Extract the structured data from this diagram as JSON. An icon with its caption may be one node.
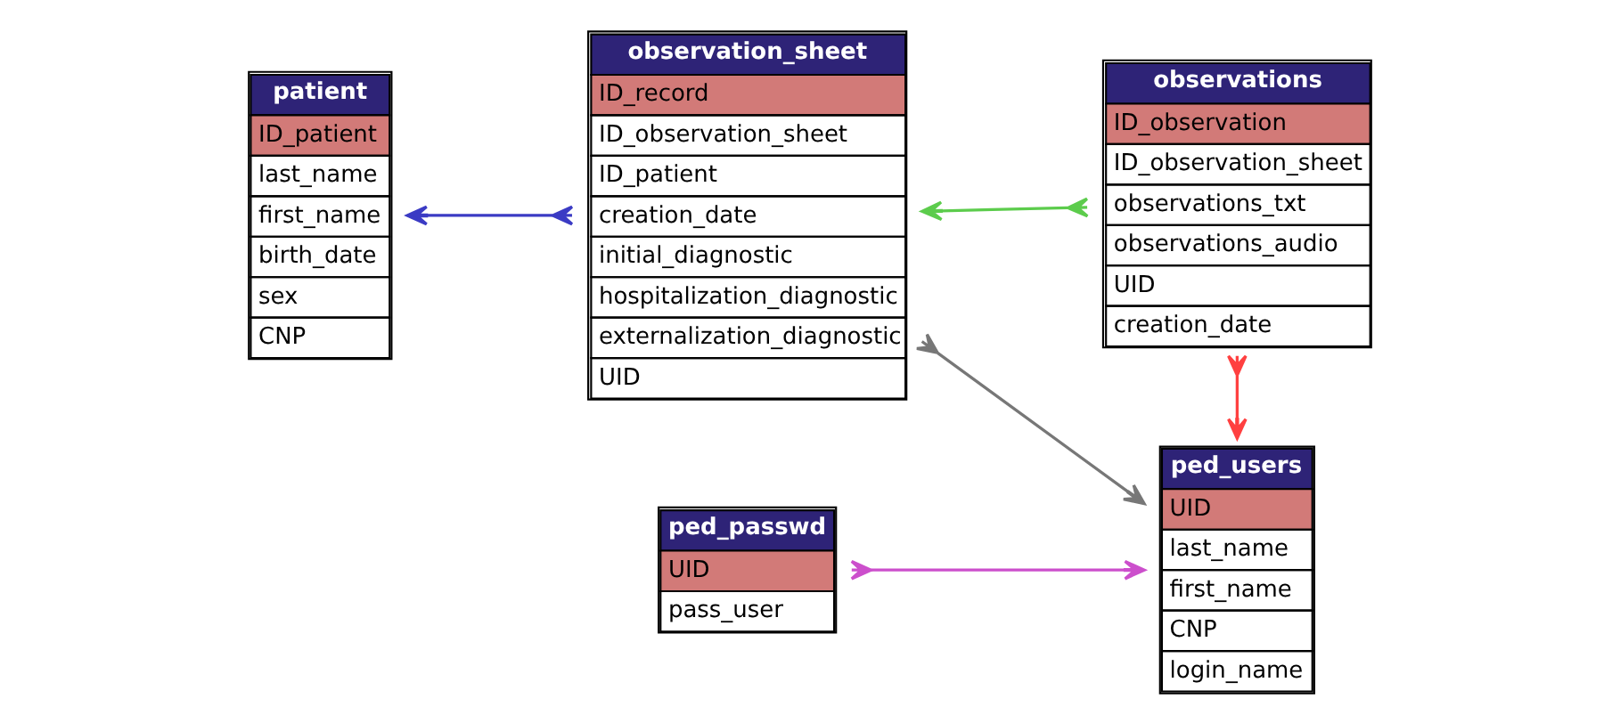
{
  "diagram": {
    "nodes": [
      {
        "text": [
          "observation_sheet",
          "ID_record",
          "ID_observation_sheet",
          "ID_patient",
          "creation_date",
          "initial_diagnostic",
          "hospitalization_diagnostic",
          "externalization_diagnostic",
          "UID"
        ]
      },
      {
        "text": [
          "observations",
          "ID_observation",
          "ID_observation_sheet",
          "observations_txt",
          "observations_audio",
          "UID",
          "creation_date"
        ]
      },
      {
        "text": [
          "patient",
          "ID_patient",
          "last_name",
          "first_name",
          "birth_date",
          "sex",
          "CNP"
        ]
      },
      {
        "text": [
          "ped_users",
          "UID",
          "last_name",
          "first_name",
          "CNP",
          "login_name"
        ]
      },
      {
        "text": [
          "ped_passwd",
          "UID",
          "pass_user"
        ]
      }
    ],
    "edges": [
      {
        "from": 0,
        "to": 2,
        "arrow": "to",
        "color": "#3b3bc4"
      },
      {
        "from": 1,
        "to": 0,
        "arrow": "to",
        "color": "#5ccc4c"
      },
      {
        "from": 0,
        "to": 3,
        "arrow": "to",
        "color": "#777777"
      },
      {
        "from": 1,
        "to": 3,
        "arrow": "to",
        "color": "#ff4040"
      },
      {
        "from": 4,
        "to": 3,
        "arrow": "to",
        "color": "#cc4fcc"
      }
    ]
  }
}
